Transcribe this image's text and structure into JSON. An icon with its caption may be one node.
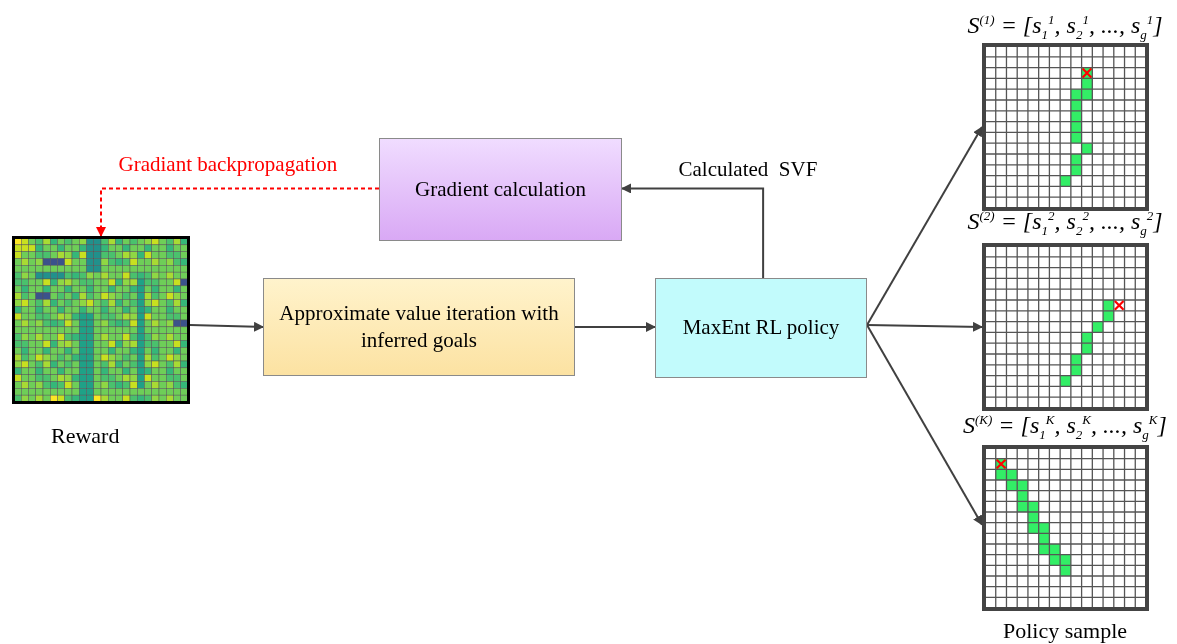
{
  "diagram": {
    "nodes": [
      {
        "text": [],
        "shape": "grid",
        "beside": [
          "Reward"
        ]
      },
      {
        "text": [
          "Gradient calculation"
        ]
      },
      {
        "text": [
          "Approximate value iteration with inferred goals"
        ]
      },
      {
        "text": [
          "MaxEnt RL policy"
        ]
      },
      {
        "text": [],
        "shape": "grid",
        "beside": [
          "S$^{(1)}$ = [s$_{1}$$^{1}$, s$_{2}$$^{1}$, ..., s$_{g}$$^{1}$]"
        ]
      },
      {
        "text": [],
        "shape": "grid",
        "beside": [
          "S$^{(2)}$ = [s$_{1}$$^{2}$, s$_{2}$$^{2}$, ..., s$_{g}$$^{2}$]"
        ]
      },
      {
        "text": [],
        "shape": "grid",
        "beside": [
          "S$^{(K)}$ = [s$_{1}$$^{K}$, s$_{2}$$^{K}$, ..., s$_{g}$$^{K}$]"
        ]
      }
    ],
    "edges": [
      {
        "from": 0,
        "to": 2,
        "arrow": "to"
      },
      {
        "from": 2,
        "to": 3,
        "arrow": "to"
      },
      {
        "from": 3,
        "to": 1,
        "arrow": "to",
        "label": "Calculated  SVF"
      },
      {
        "from": 1,
        "to": 0,
        "arrow": "to",
        "label": "Gradiant backpropagation",
        "style": "dashed",
        "color": "#ff0000"
      },
      {
        "from": 3,
        "to": 4,
        "arrow": "to"
      },
      {
        "from": 3,
        "to": 5,
        "arrow": "to"
      },
      {
        "from": 3,
        "to": 6,
        "arrow": "to"
      }
    ],
    "labels": [
      "Policy sample"
    ]
  }
}
